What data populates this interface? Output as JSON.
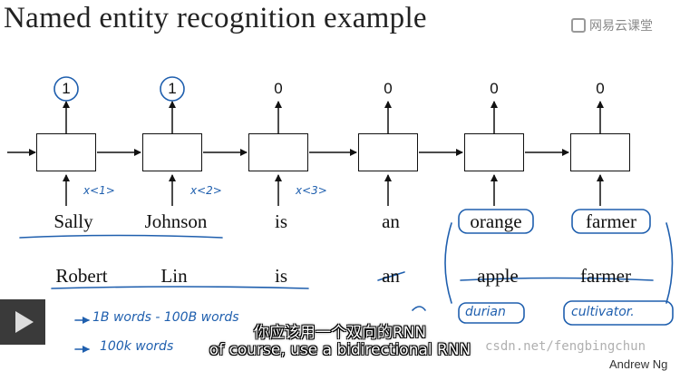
{
  "title": "Named entity recognition example",
  "logo_text": "网易云课堂",
  "diagram": {
    "outputs": [
      "1",
      "1",
      "0",
      "0",
      "0",
      "0"
    ],
    "sentence1": [
      "Sally",
      "Johnson",
      "is",
      "an",
      "orange",
      "farmer"
    ],
    "sentence2": [
      "Robert",
      "Lin",
      "is",
      "an",
      "apple",
      "farmer"
    ],
    "input_labels": [
      "x<1>",
      "x<2>",
      "x<3>"
    ],
    "handwritten": {
      "note1": "1B words - 100B words",
      "note2": "100k words",
      "alt1": "durian",
      "alt2": "cultivator."
    }
  },
  "subtitle_cn": "你应该用一个双向的RNN",
  "subtitle_en": "of course, use a bidirectional RNN",
  "watermark": "csdn.net/fengbingchun",
  "author": "Andrew Ng",
  "colors": {
    "ink": "#111111",
    "handwriting": "#1f5fae"
  },
  "icons": [
    "play-icon"
  ]
}
